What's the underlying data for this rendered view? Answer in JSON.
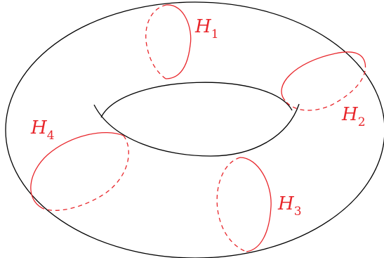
{
  "colors": {
    "outline": "#000000",
    "handle": "#e8262b"
  },
  "labels": [
    {
      "base": "H",
      "sub": "1"
    },
    {
      "base": "H",
      "sub": "2"
    },
    {
      "base": "H",
      "sub": "3"
    },
    {
      "base": "H",
      "sub": "4"
    }
  ]
}
